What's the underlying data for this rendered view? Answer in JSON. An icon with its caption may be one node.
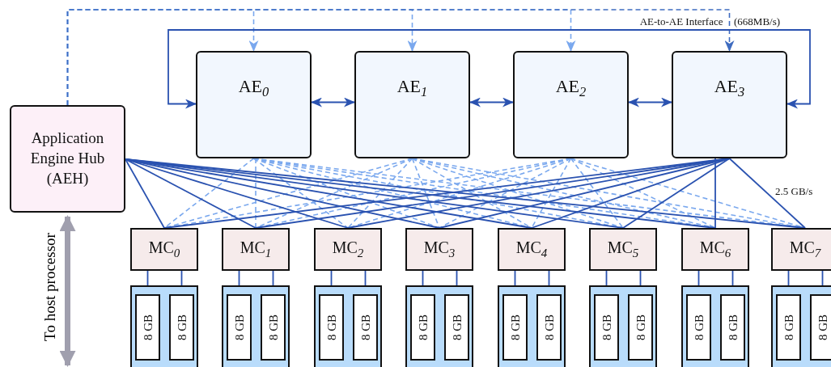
{
  "diagram": {
    "nodes": [
      {
        "text": [
          "Application Engine Hub (AEH)"
        ]
      },
      {
        "text": [
          "AE$_{0}$"
        ]
      },
      {
        "text": [
          "AE$_{1}$"
        ]
      },
      {
        "text": [
          "AE$_{2}$"
        ]
      },
      {
        "text": [
          "AE$_{3}$"
        ]
      },
      {
        "text": [
          "MC$_{0}$"
        ]
      },
      {
        "text": [
          "MC$_{1}$"
        ]
      },
      {
        "text": [
          "MC$_{2}$"
        ]
      },
      {
        "text": [
          "MC$_{3}$"
        ]
      },
      {
        "text": [
          "MC$_{4}$"
        ]
      },
      {
        "text": [
          "MC$_{5}$"
        ]
      },
      {
        "text": [
          "MC$_{6}$"
        ]
      },
      {
        "text": [
          "MC$_{7}$"
        ]
      },
      {
        "text": [],
        "shape": "box"
      },
      {
        "text": [
          "8 GB"
        ],
        "in": 13
      },
      {
        "text": [
          "8 GB"
        ],
        "in": 13
      },
      {
        "text": [],
        "shape": "box"
      },
      {
        "text": [
          "8 GB"
        ],
        "in": 16
      },
      {
        "text": [
          "8 GB"
        ],
        "in": 16
      },
      {
        "text": [],
        "shape": "box"
      },
      {
        "text": [
          "8 GB"
        ],
        "in": 19
      },
      {
        "text": [
          "8 GB"
        ],
        "in": 19
      },
      {
        "text": [],
        "shape": "box"
      },
      {
        "text": [
          "8 GB"
        ],
        "in": 22
      },
      {
        "text": [
          "8 GB"
        ],
        "in": 22
      },
      {
        "text": [],
        "shape": "box"
      },
      {
        "text": [
          "8 GB"
        ],
        "in": 25
      },
      {
        "text": [
          "8 GB"
        ],
        "in": 25
      },
      {
        "text": [],
        "shape": "box"
      },
      {
        "text": [
          "8 GB"
        ],
        "in": 28
      },
      {
        "text": [
          "8 GB"
        ],
        "in": 28
      },
      {
        "text": [],
        "shape": "box"
      },
      {
        "text": [
          "8 GB"
        ],
        "in": 31
      },
      {
        "text": [
          "8 GB"
        ],
        "in": 31
      },
      {
        "text": [],
        "shape": "box"
      },
      {
        "text": [
          "8 GB"
        ],
        "in": 34
      },
      {
        "text": [
          "8 GB"
        ],
        "in": 34
      }
    ],
    "edges": [
      {
        "from": 0,
        "to": 1,
        "arrow": "to",
        "style": "dashed",
        "color": "#7aa8ee"
      },
      {
        "from": 0,
        "to": 2,
        "arrow": "to",
        "style": "dashed",
        "color": "#7aa8ee"
      },
      {
        "from": 0,
        "to": 3,
        "arrow": "to",
        "style": "dashed",
        "color": "#7aa8ee"
      },
      {
        "from": 0,
        "to": 4,
        "arrow": "to",
        "style": "dashed",
        "color": "#3f6cc0"
      },
      {
        "from": 1,
        "to": 4,
        "arrow": "both",
        "label": "AE-to-AE Interface"
      },
      {
        "from": 1,
        "to": 2,
        "arrow": "both"
      },
      {
        "from": 2,
        "to": 3,
        "arrow": "both"
      },
      {
        "from": 3,
        "to": 4,
        "arrow": "both"
      },
      {
        "from": 0,
        "to": null,
        "arrow": "both",
        "style": "thick",
        "color": "#a09fae",
        "label": "To host processor"
      },
      {
        "from": 0,
        "to": 5,
        "arrow": "none"
      },
      {
        "from": 0,
        "to": 6,
        "arrow": "none"
      },
      {
        "from": 0,
        "to": 7,
        "arrow": "none"
      },
      {
        "from": 0,
        "to": 8,
        "arrow": "none"
      },
      {
        "from": 0,
        "to": 9,
        "arrow": "none"
      },
      {
        "from": 0,
        "to": 10,
        "arrow": "none"
      },
      {
        "from": 0,
        "to": 11,
        "arrow": "none"
      },
      {
        "from": 0,
        "to": 12,
        "arrow": "none"
      },
      {
        "from": 1,
        "to": 5,
        "arrow": "none",
        "style": "dashed",
        "color": "#7aa8ee"
      },
      {
        "from": 1,
        "to": 6,
        "arrow": "none",
        "style": "dashed",
        "color": "#7aa8ee"
      },
      {
        "from": 1,
        "to": 7,
        "arrow": "none",
        "style": "dashed",
        "color": "#7aa8ee"
      },
      {
        "from": 1,
        "to": 8,
        "arrow": "none",
        "style": "dashed",
        "color": "#7aa8ee"
      },
      {
        "from": 1,
        "to": 9,
        "arrow": "none",
        "style": "dashed",
        "color": "#7aa8ee"
      },
      {
        "from": 1,
        "to": 10,
        "arrow": "none",
        "style": "dashed",
        "color": "#7aa8ee"
      },
      {
        "from": 1,
        "to": 11,
        "arrow": "none",
        "style": "dashed",
        "color": "#7aa8ee"
      },
      {
        "from": 1,
        "to": 12,
        "arrow": "none",
        "style": "dashed",
        "color": "#7aa8ee"
      },
      {
        "from": 2,
        "to": 5,
        "arrow": "none",
        "style": "dashed",
        "color": "#7aa8ee"
      },
      {
        "from": 2,
        "to": 6,
        "arrow": "none",
        "style": "dashed",
        "color": "#7aa8ee"
      },
      {
        "from": 2,
        "to": 7,
        "arrow": "none",
        "style": "dashed",
        "color": "#7aa8ee"
      },
      {
        "from": 2,
        "to": 8,
        "arrow": "none",
        "style": "dashed",
        "color": "#7aa8ee"
      },
      {
        "from": 2,
        "to": 9,
        "arrow": "none",
        "style": "dashed",
        "color": "#7aa8ee"
      },
      {
        "from": 2,
        "to": 10,
        "arrow": "none",
        "style": "dashed",
        "color": "#7aa8ee"
      },
      {
        "from": 2,
        "to": 11,
        "arrow": "none",
        "style": "dashed",
        "color": "#7aa8ee"
      },
      {
        "from": 2,
        "to": 12,
        "arrow": "none",
        "style": "dashed",
        "color": "#7aa8ee"
      },
      {
        "from": 3,
        "to": 5,
        "arrow": "none",
        "style": "dashed",
        "color": "#7aa8ee"
      },
      {
        "from": 3,
        "to": 6,
        "arrow": "none",
        "style": "dashed",
        "color": "#7aa8ee"
      },
      {
        "from": 3,
        "to": 7,
        "arrow": "none",
        "style": "dashed",
        "color": "#7aa8ee"
      },
      {
        "from": 3,
        "to": 8,
        "arrow": "none",
        "style": "dashed",
        "color": "#7aa8ee"
      },
      {
        "from": 3,
        "to": 9,
        "arrow": "none",
        "style": "dashed",
        "color": "#7aa8ee"
      },
      {
        "from": 3,
        "to": 10,
        "arrow": "none",
        "style": "dashed",
        "color": "#7aa8ee"
      },
      {
        "from": 3,
        "to": 11,
        "arrow": "none",
        "style": "dashed",
        "color": "#7aa8ee"
      },
      {
        "from": 3,
        "to": 12,
        "arrow": "none",
        "style": "dashed",
        "color": "#7aa8ee"
      },
      {
        "from": 4,
        "to": 5,
        "arrow": "none"
      },
      {
        "from": 4,
        "to": 6,
        "arrow": "none"
      },
      {
        "from": 4,
        "to": 7,
        "arrow": "none"
      },
      {
        "from": 4,
        "to": 8,
        "arrow": "none"
      },
      {
        "from": 4,
        "to": 9,
        "arrow": "none"
      },
      {
        "from": 4,
        "to": 10,
        "arrow": "none"
      },
      {
        "from": 4,
        "to": 11,
        "arrow": "none"
      },
      {
        "from": 4,
        "to": 12,
        "arrow": "none"
      },
      {
        "from": 5,
        "to": 14,
        "arrow": "none"
      },
      {
        "from": 5,
        "to": 15,
        "arrow": "none"
      },
      {
        "from": 6,
        "to": 17,
        "arrow": "none"
      },
      {
        "from": 6,
        "to": 18,
        "arrow": "none"
      },
      {
        "from": 7,
        "to": 20,
        "arrow": "none"
      },
      {
        "from": 7,
        "to": 21,
        "arrow": "none"
      },
      {
        "from": 8,
        "to": 23,
        "arrow": "none"
      },
      {
        "from": 8,
        "to": 24,
        "arrow": "none"
      },
      {
        "from": 9,
        "to": 26,
        "arrow": "none"
      },
      {
        "from": 9,
        "to": 27,
        "arrow": "none"
      },
      {
        "from": 10,
        "to": 29,
        "arrow": "none"
      },
      {
        "from": 10,
        "to": 30,
        "arrow": "none"
      },
      {
        "from": 11,
        "to": 32,
        "arrow": "none"
      },
      {
        "from": 11,
        "to": 33,
        "arrow": "none"
      },
      {
        "from": 12,
        "to": 35,
        "arrow": "none"
      },
      {
        "from": 12,
        "to": 36,
        "arrow": "none"
      }
    ],
    "labels": [
      "(668MB/s)",
      "2.5 GB/s"
    ]
  }
}
